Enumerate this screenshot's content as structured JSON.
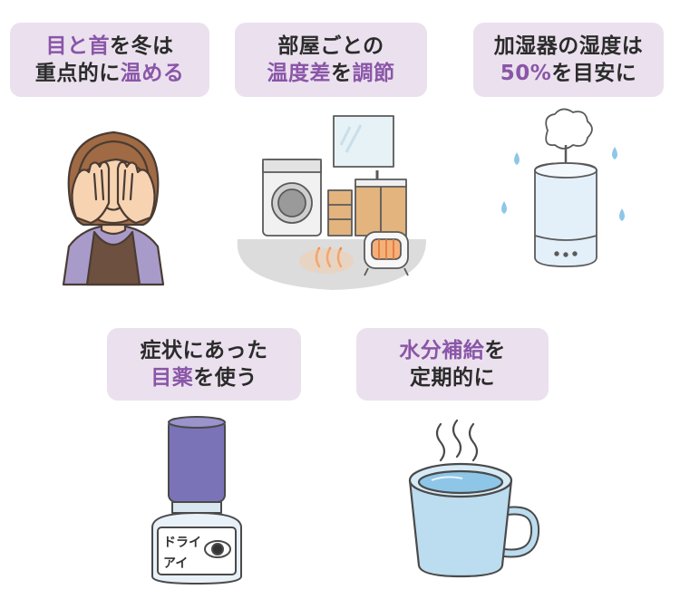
{
  "tips": [
    {
      "id": "warm-eyes-neck",
      "lines": [
        [
          {
            "text": "目と首",
            "hl": true
          },
          {
            "text": "を冬は",
            "hl": false
          }
        ],
        [
          {
            "text": "重点的に",
            "hl": false
          },
          {
            "text": "温める",
            "hl": true
          }
        ]
      ],
      "illustration": "woman-covering-eyes-icon"
    },
    {
      "id": "room-temperature",
      "lines": [
        [
          {
            "text": "部屋ごとの",
            "hl": false
          }
        ],
        [
          {
            "text": "温度差",
            "hl": true
          },
          {
            "text": "を",
            "hl": false
          },
          {
            "text": "調節",
            "hl": true
          }
        ]
      ],
      "illustration": "bathroom-heater-icon"
    },
    {
      "id": "humidifier",
      "lines": [
        [
          {
            "text": "加湿器の湿度は",
            "hl": false
          }
        ],
        [
          {
            "text": "50%",
            "hl": true
          },
          {
            "text": "を目安に",
            "hl": false
          }
        ]
      ],
      "illustration": "humidifier-icon"
    },
    {
      "id": "eye-drops",
      "lines": [
        [
          {
            "text": "症状にあった",
            "hl": false
          }
        ],
        [
          {
            "text": "目薬",
            "hl": true
          },
          {
            "text": "を使う",
            "hl": false
          }
        ]
      ],
      "illustration": "eye-drops-bottle-icon",
      "bottle_label": [
        "ドライ",
        "アイ"
      ]
    },
    {
      "id": "hydration",
      "lines": [
        [
          {
            "text": "水分補給",
            "hl": true
          },
          {
            "text": "を",
            "hl": false
          }
        ],
        [
          {
            "text": "定期的に",
            "hl": false
          }
        ]
      ],
      "illustration": "hot-mug-icon"
    }
  ],
  "colors": {
    "label_bg": "#ebe1ee",
    "highlight": "#8a56a8",
    "text": "#2b2b2b",
    "water_blue": "#8ec6e8",
    "heat_orange": "#f08a3e"
  }
}
